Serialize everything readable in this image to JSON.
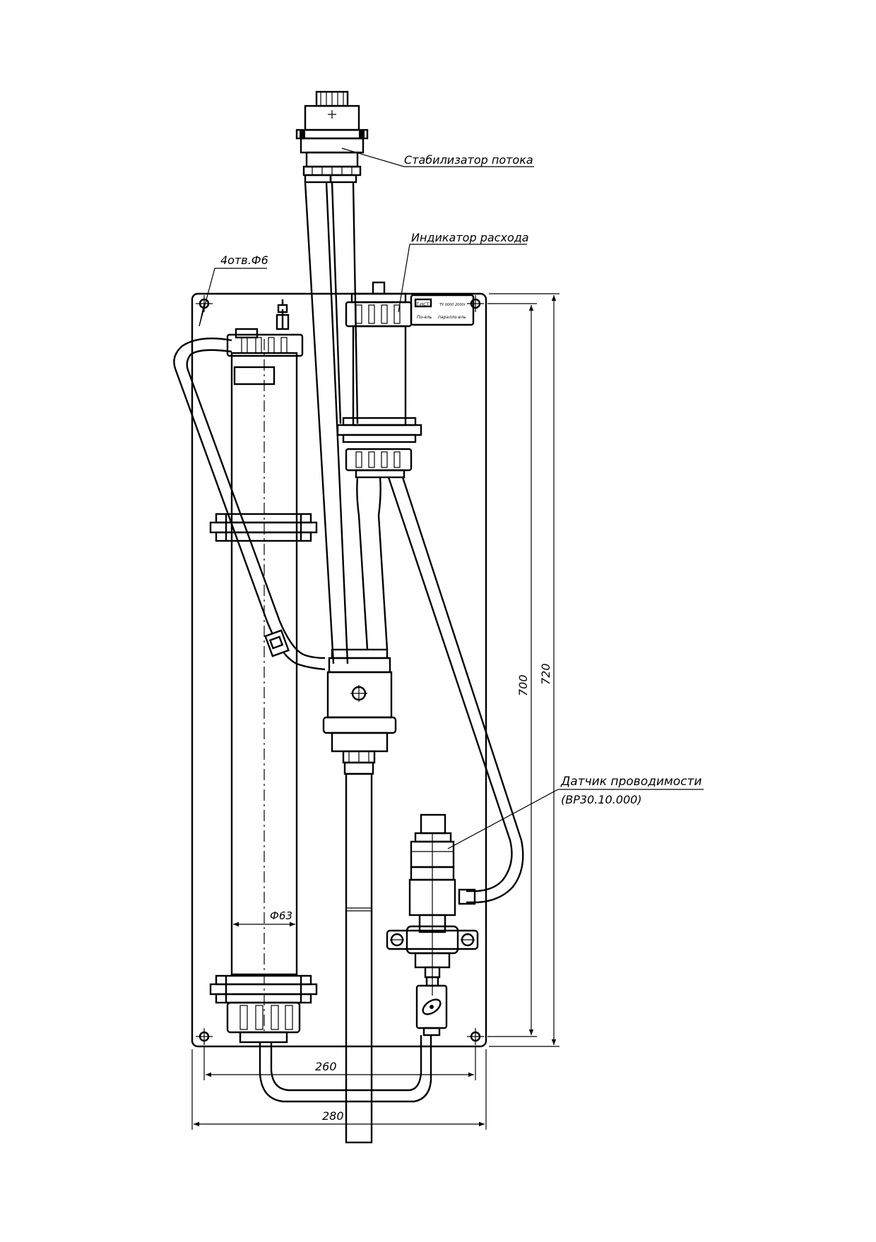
{
  "labels": {
    "flow_stabilizer": "Стабилизатор потока",
    "flow_indicator": "Индикатор расхода",
    "holes": "4отв.Ф6",
    "conductivity_sensor": "Датчик проводимости",
    "sensor_code": "(ВР30.10.000)"
  },
  "dimensions": {
    "diameter": "Ф63",
    "hole_spacing_width": "260",
    "panel_width": "280",
    "hole_spacing_height": "700",
    "panel_height": "720"
  },
  "nameplate": {
    "row1_left": "Т-НСТ",
    "row1_right": "ТУ 0000 2000г.",
    "row2_left": "По-ель",
    "row2_right": "паралло-ель"
  }
}
